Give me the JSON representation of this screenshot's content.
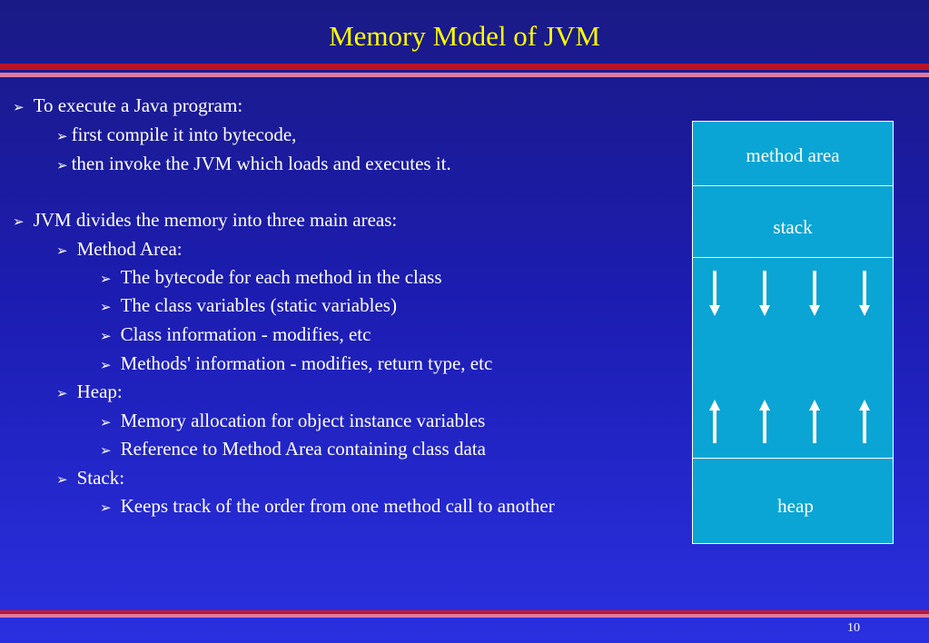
{
  "title": "Memory Model of JVM",
  "bullets": [
    {
      "level": 1,
      "text": "To execute a Java program:"
    },
    {
      "level": 2,
      "text": "first compile it into bytecode,"
    },
    {
      "level": 2,
      "text": "then invoke the JVM which loads and executes it."
    },
    {
      "level": 1,
      "text": "JVM divides the memory into three main areas:"
    },
    {
      "level": 2,
      "text": "Method Area:"
    },
    {
      "level": 3,
      "text": "The bytecode for each method in the class"
    },
    {
      "level": 3,
      "text": "The class variables (static variables)"
    },
    {
      "level": 3,
      "text": "Class information - modifies, etc"
    },
    {
      "level": 3,
      "text": "Methods' information - modifies, return type, etc"
    },
    {
      "level": 2,
      "text": "Heap:"
    },
    {
      "level": 3,
      "text": "Memory allocation for object instance variables"
    },
    {
      "level": 3,
      "text": "Reference to Method Area containing class data"
    },
    {
      "level": 2,
      "text": "Stack:"
    },
    {
      "level": 3,
      "text": "Keeps track of the order from one method call to another"
    }
  ],
  "diagram": {
    "method_area": "method area",
    "stack": "stack",
    "heap": "heap"
  },
  "bullet_glyph": "➢",
  "page_number": "10",
  "colors": {
    "title": "#ffff00",
    "memory_box": "#0aa5d4",
    "rule_red": "#b8132a",
    "rule_pink": "#e07aa0"
  }
}
